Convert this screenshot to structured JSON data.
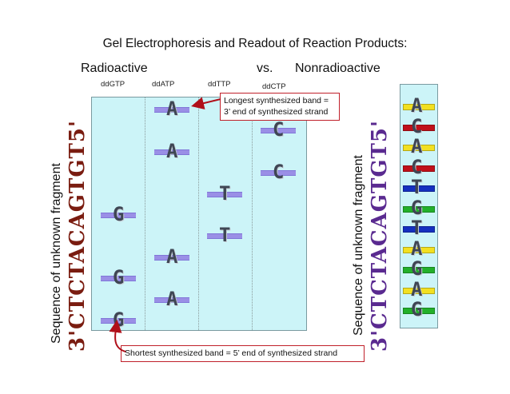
{
  "title": "Gel Electrophoresis and Readout of Reaction Products:",
  "headers": {
    "left": "Radioactive",
    "middle": "vs.",
    "right": "Nonradioactive"
  },
  "lanes": [
    "ddGTP",
    "ddATP",
    "ddTTP",
    "ddCTP"
  ],
  "gel_bands": [
    {
      "lane": 1,
      "letter": "A",
      "order": 1
    },
    {
      "lane": 3,
      "letter": "C",
      "order": 2
    },
    {
      "lane": 1,
      "letter": "A",
      "order": 3
    },
    {
      "lane": 3,
      "letter": "C",
      "order": 4
    },
    {
      "lane": 2,
      "letter": "T",
      "order": 5
    },
    {
      "lane": 0,
      "letter": "G",
      "order": 6
    },
    {
      "lane": 2,
      "letter": "T",
      "order": 7
    },
    {
      "lane": 1,
      "letter": "A",
      "order": 8
    },
    {
      "lane": 0,
      "letter": "G",
      "order": 9
    },
    {
      "lane": 1,
      "letter": "A",
      "order": 10
    },
    {
      "lane": 0,
      "letter": "G",
      "order": 11
    }
  ],
  "side_label": "Sequence of unknown fragment",
  "left_sequence": {
    "prefix": "3'",
    "bases": "CTCTACAGTGT",
    "suffix": "5'"
  },
  "right_sequence": {
    "prefix": "3'",
    "bases": "CTCTACAGTGT",
    "suffix": "5'"
  },
  "callouts": {
    "top_line1": "Longest synthesized band =",
    "top_line2": "3’ end of synthesized strand",
    "bottom": "Shortest synthesized band = 5’ end of synthesized strand"
  },
  "nonradioactive_bands": [
    {
      "letter": "A",
      "color": "#f2e021"
    },
    {
      "letter": "C",
      "color": "#c0101a"
    },
    {
      "letter": "A",
      "color": "#f2e021"
    },
    {
      "letter": "C",
      "color": "#c0101a"
    },
    {
      "letter": "T",
      "color": "#1530c0"
    },
    {
      "letter": "G",
      "color": "#22b02a"
    },
    {
      "letter": "T",
      "color": "#1530c0"
    },
    {
      "letter": "A",
      "color": "#f2e021"
    },
    {
      "letter": "G",
      "color": "#22b02a"
    },
    {
      "letter": "A",
      "color": "#f2e021"
    },
    {
      "letter": "G",
      "color": "#22b02a"
    }
  ],
  "colors": {
    "gel": "#ccf4f8",
    "band": "#9a8fe6",
    "callout_border": "#c0202a",
    "seq_brown": "#7a1c10",
    "seq_purple": "#5a2a90"
  }
}
